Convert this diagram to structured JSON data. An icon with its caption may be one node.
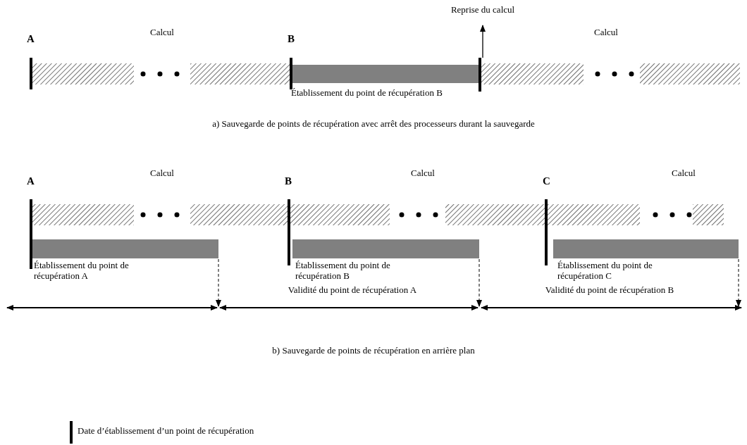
{
  "diagram": {
    "labels": [
      "Reprise du calcul",
      "A",
      "Calcul",
      "B",
      "Calcul",
      "Établissement du point de récupération B",
      "a) Sauvegarde de points de récupération avec arrêt des processeurs durant la sauvegarde",
      "A",
      "Calcul",
      "B",
      "Calcul",
      "C",
      "Calcul",
      "Établissement du point de récupération A",
      "Établissement du point de récupération B",
      "Établissement du point de récupération C",
      "Validité du point de récupération A",
      "Validité du point de récupération B",
      "b) Sauvegarde de points de récupération en arrière plan"
    ],
    "legend": [
      {
        "text": "Date d’établissement d’un point de récupération"
      }
    ]
  }
}
